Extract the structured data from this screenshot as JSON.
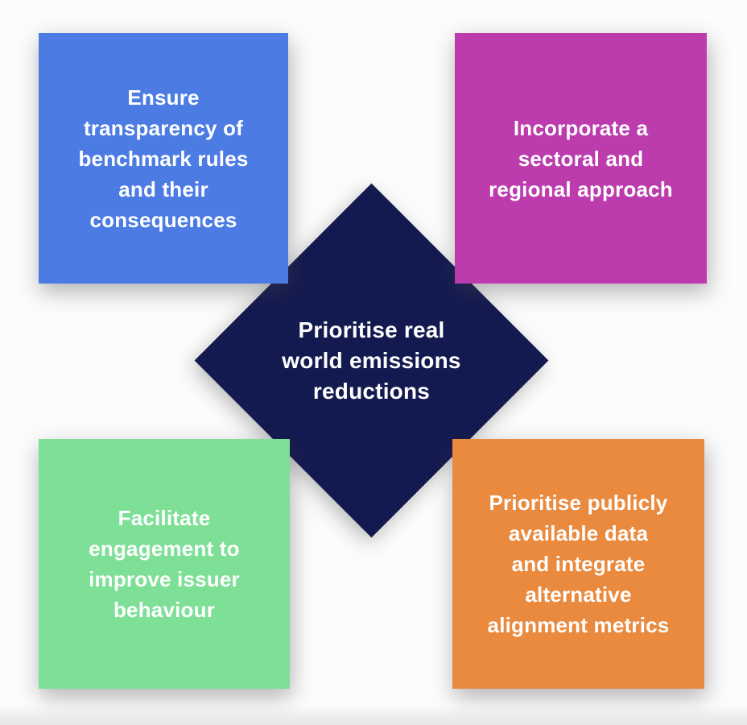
{
  "canvas": {
    "background": "#fcfcfc",
    "text_color": "#ffffff"
  },
  "center_diamond": {
    "label": "Prioritise real\nworld emissions\nreductions",
    "color": "#131A4F"
  },
  "quadrants": [
    {
      "position": "top-left",
      "label": "Ensure\ntransparency of\nbenchmark rules\nand their\nconsequences",
      "color": "#4C7BE4"
    },
    {
      "position": "top-right",
      "label": "Incorporate a\nsectoral and\nregional approach",
      "color": "#BC3CAE"
    },
    {
      "position": "bottom-left",
      "label": "Facilitate\nengagement to\nimprove issuer\nbehaviour",
      "color": "#7EDF97"
    },
    {
      "position": "bottom-right",
      "label": "Prioritise publicly\navailable data\nand integrate\nalternative\nalignment metrics",
      "color": "#E98A3E"
    }
  ]
}
